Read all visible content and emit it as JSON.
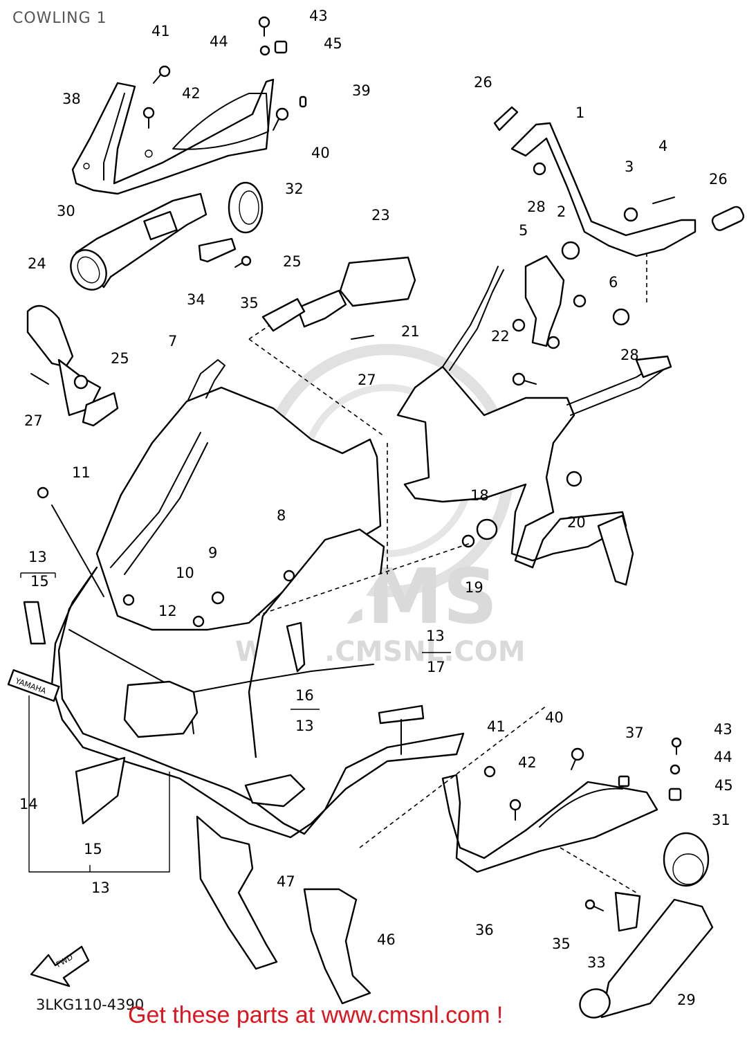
{
  "title": "COWLING 1",
  "diagram_code": "3LKG110-4390",
  "footer_text": "Get these parts at www.cmsnl.com !",
  "watermark": {
    "logo_text": "CMS",
    "url_text": "WWW.CMSNL.COM"
  },
  "emblem_text": "YAMAHA",
  "fwd_text": "FWD",
  "callouts": [
    "43",
    "41",
    "44",
    "45",
    "39",
    "38",
    "42",
    "40",
    "26",
    "1",
    "4",
    "3",
    "26",
    "32",
    "28",
    "30",
    "23",
    "2",
    "5",
    "6",
    "24",
    "25",
    "34",
    "35",
    "28",
    "21",
    "22",
    "25",
    "7",
    "27",
    "27",
    "11",
    "18",
    "20",
    "8",
    "13",
    "15",
    "9",
    "10",
    "12",
    "19",
    "13",
    "17",
    "16",
    "13",
    "14",
    "41",
    "40",
    "37",
    "43",
    "42",
    "44",
    "45",
    "31",
    "15",
    "13",
    "47",
    "46",
    "35",
    "36",
    "33",
    "29"
  ]
}
